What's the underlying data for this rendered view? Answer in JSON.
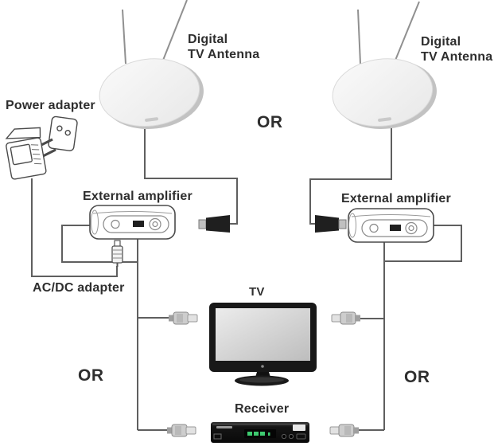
{
  "labels": {
    "antenna_left": {
      "line1": "Digital",
      "line2": "TV Antenna"
    },
    "antenna_right": {
      "line1": "Digital",
      "line2": "TV Antenna"
    },
    "power_adapter": "Power adapter",
    "external_amplifier_left": "External amplifier",
    "external_amplifier_right": "External amplifier",
    "acdc_adapter": "AC/DC adapter",
    "or_top": "OR",
    "or_left": "OR",
    "or_right": "OR",
    "tv": "TV",
    "receiver": "Receiver"
  },
  "colors": {
    "background": "#ffffff",
    "wire": "#5f5f5f",
    "outline": "#4a4a4a",
    "text": "#2e2e2e",
    "device_black": "#1a1a1a",
    "screen_gray": "#d6d6d6",
    "led_green": "#3ecb70",
    "antenna_fill": "#f3f3f3",
    "connector_gray": "#cdcdcd"
  },
  "icons": [
    "digital-tv-antenna-icon",
    "power-adapter-plug-icon",
    "wall-socket-icon",
    "external-amplifier-icon",
    "dc-power-plug-icon",
    "antenna-coax-plug-icon",
    "coax-connector-icon",
    "tv-monitor-icon",
    "receiver-box-icon"
  ]
}
